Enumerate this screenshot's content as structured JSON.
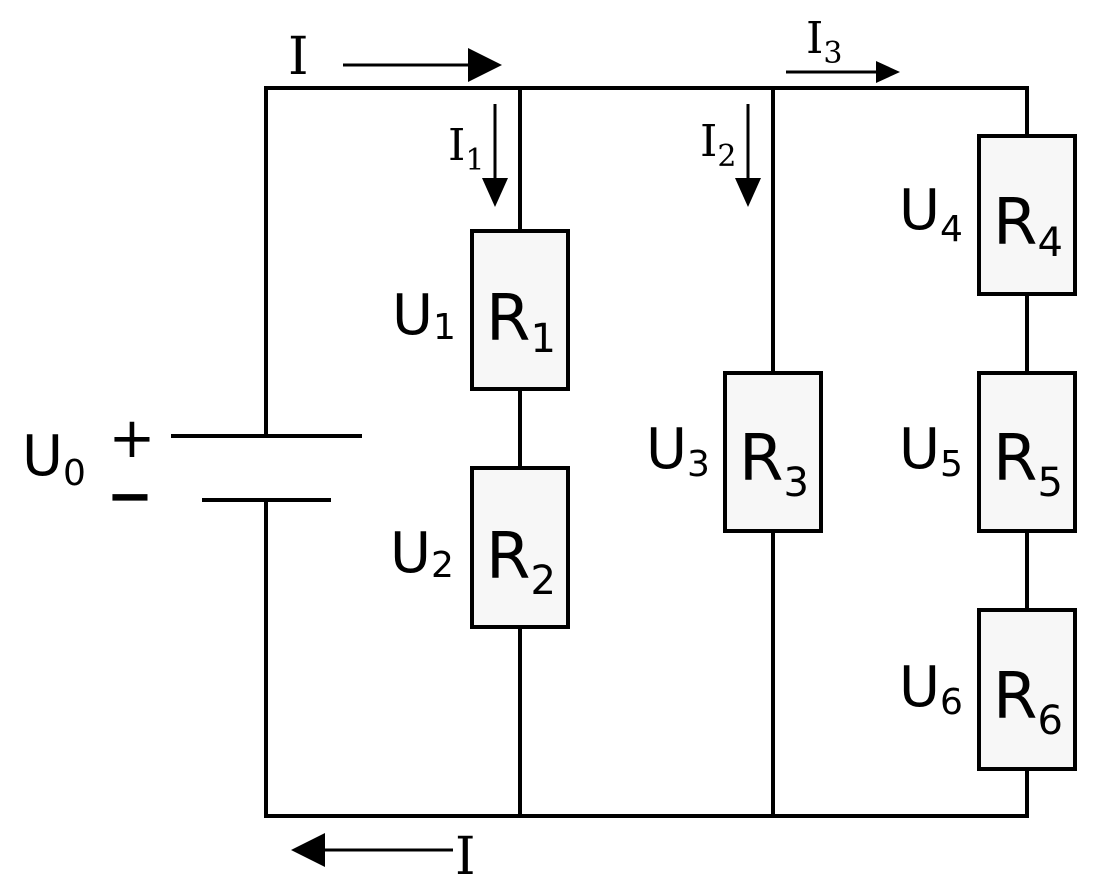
{
  "colors": {
    "wire": "#000000",
    "resistor_fill": "#f7f7f7",
    "background": "#ffffff"
  },
  "source": {
    "symbol": "U",
    "sub": "0",
    "plus": "+",
    "minus": "−"
  },
  "currents": {
    "main_top": {
      "symbol": "I",
      "sub": ""
    },
    "main_bottom": {
      "symbol": "I",
      "sub": ""
    },
    "i1": {
      "symbol": "I",
      "sub": "1"
    },
    "i2": {
      "symbol": "I",
      "sub": "2"
    },
    "i3": {
      "symbol": "I",
      "sub": "3"
    }
  },
  "resistors": [
    {
      "id": "r1",
      "symbol": "R",
      "sub": "1",
      "voltage_symbol": "U",
      "voltage_sub": "1"
    },
    {
      "id": "r2",
      "symbol": "R",
      "sub": "2",
      "voltage_symbol": "U",
      "voltage_sub": "2"
    },
    {
      "id": "r3",
      "symbol": "R",
      "sub": "3",
      "voltage_symbol": "U",
      "voltage_sub": "3"
    },
    {
      "id": "r4",
      "symbol": "R",
      "sub": "4",
      "voltage_symbol": "U",
      "voltage_sub": "4"
    },
    {
      "id": "r5",
      "symbol": "R",
      "sub": "5",
      "voltage_symbol": "U",
      "voltage_sub": "5"
    },
    {
      "id": "r6",
      "symbol": "R",
      "sub": "6",
      "voltage_symbol": "U",
      "voltage_sub": "6"
    }
  ]
}
